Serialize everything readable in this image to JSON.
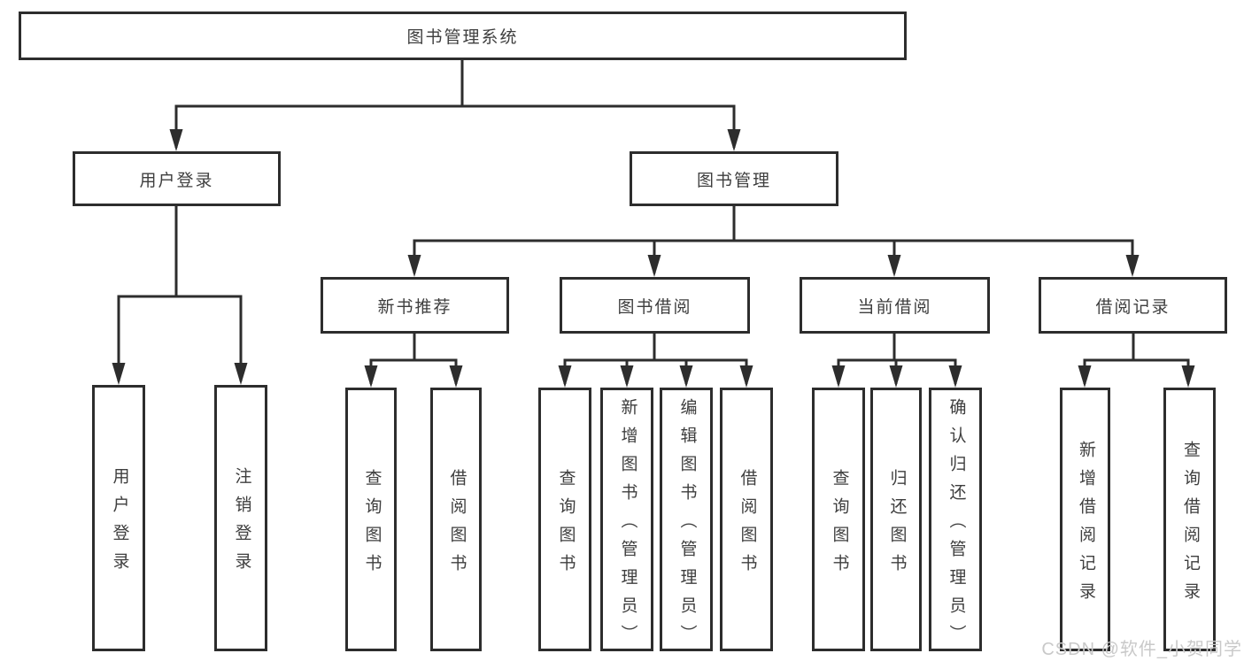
{
  "tree": {
    "label": "图书管理系统",
    "children": [
      {
        "label": "用户登录",
        "children": [
          {
            "label": "用户登录"
          },
          {
            "label": "注销登录"
          }
        ]
      },
      {
        "label": "图书管理",
        "children": [
          {
            "label": "新书推荐",
            "children": [
              {
                "label": "查询图书"
              },
              {
                "label": "借阅图书"
              }
            ]
          },
          {
            "label": "图书借阅",
            "children": [
              {
                "label": "查询图书"
              },
              {
                "label": "新增图书（管理员）"
              },
              {
                "label": "编辑图书（管理员）"
              },
              {
                "label": "借阅图书"
              }
            ]
          },
          {
            "label": "当前借阅",
            "children": [
              {
                "label": "查询图书"
              },
              {
                "label": "归还图书"
              },
              {
                "label": "确认归还（管理员）"
              }
            ]
          },
          {
            "label": "借阅记录",
            "children": [
              {
                "label": "新增借阅记录"
              },
              {
                "label": "查询借阅记录"
              }
            ]
          }
        ]
      }
    ]
  },
  "watermark": {
    "text": "CSDN @软件_小贺同学"
  },
  "colors": {
    "line": "#2d2d2d",
    "box_border": "#2d2d2d",
    "text": "#3e3e3e",
    "watermark_text": "#c9c9c9",
    "background": "#ffffff"
  }
}
